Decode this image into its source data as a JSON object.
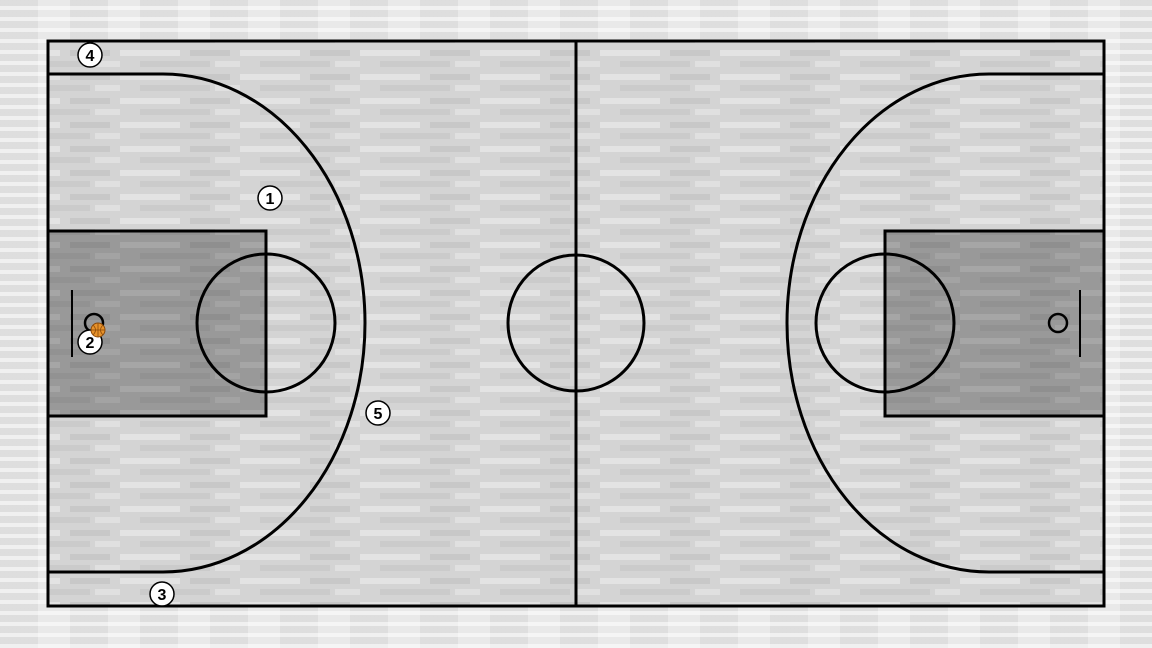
{
  "colors": {
    "floor": "#d2d2d2",
    "floor_stripe_light": "#e6e6e6",
    "floor_stripe_dark": "#c2c2c2",
    "key": "#9a9a9a",
    "lines": "#000000",
    "ball": "#e8922a"
  },
  "players": [
    {
      "label": "1"
    },
    {
      "label": "2"
    },
    {
      "label": "3"
    },
    {
      "label": "4"
    },
    {
      "label": "5"
    }
  ],
  "ball": {
    "icon": "basketball-icon",
    "holder": "2"
  }
}
